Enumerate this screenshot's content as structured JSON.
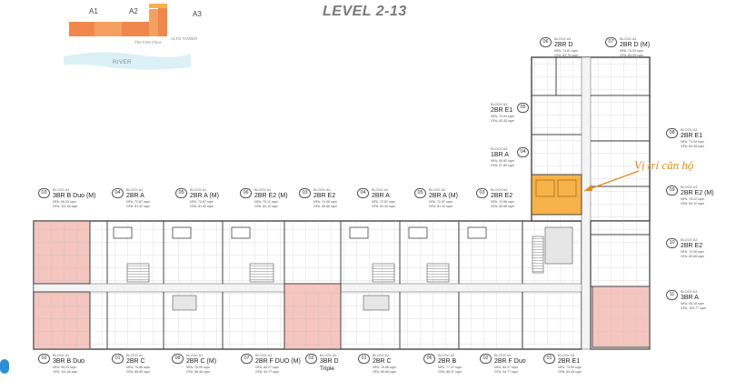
{
  "title": "LEVEL 2-13",
  "key_plan": {
    "blocks": [
      "A1",
      "A2",
      "A3"
    ],
    "river_label": "RIVER",
    "faint_labels": [
      "The First Floor",
      "ALTO TOWER"
    ]
  },
  "highlight_note": "Vị trí căn hộ",
  "colors": {
    "pink": "#f4c6bf",
    "orange": "#f7b24a",
    "key_orange": "#f0874c"
  },
  "units_top": [
    {
      "num": "03",
      "block": "BLOCK A1",
      "type": "3BR B Duo (M)",
      "nfa": "NFA: 99.23 sqm",
      "gfa": "GFA: 111.46 sqm"
    },
    {
      "num": "04",
      "block": "BLOCK A1",
      "type": "2BR A",
      "nfa": "NFA: 72.87 sqm",
      "gfa": "GFA: 81.42 sqm"
    },
    {
      "num": "05",
      "block": "BLOCK A1",
      "type": "2BR A (M)",
      "nfa": "NFA: 72.87 sqm",
      "gfa": "GFA: 81.42 sqm"
    },
    {
      "num": "06",
      "block": "BLOCK A1",
      "type": "2BR E2 (M)",
      "nfa": "NFA: 75.12 sqm",
      "gfa": "GFA: 84.12 sqm"
    },
    {
      "num": "03",
      "block": "BLOCK A2",
      "type": "2BR E2",
      "nfa": "NFA: 74.96 sqm",
      "gfa": "GFA: 83.68 sqm"
    },
    {
      "num": "04",
      "block": "BLOCK A2",
      "type": "2BR A",
      "nfa": "NFA: 72.87 sqm",
      "gfa": "GFA: 81.42 sqm"
    },
    {
      "num": "05",
      "block": "BLOCK A2",
      "type": "2BR A (M)",
      "nfa": "NFA: 72.87 sqm",
      "gfa": "GFA: 81.42 sqm"
    },
    {
      "num": "03",
      "block": "BLOCK A3",
      "type": "2BR E2",
      "nfa": "NFA: 74.96 sqm",
      "gfa": "GFA: 83.68 sqm"
    }
  ],
  "units_bottom": [
    {
      "num": "02",
      "block": "BLOCK A1",
      "type": "3BR B Duo",
      "nfa": "NFA: 99.23 sqm",
      "gfa": "GFA: 111.46 sqm"
    },
    {
      "num": "01",
      "block": "BLOCK A1",
      "type": "2BR C",
      "nfa": "NFA: 76.86 sqm",
      "gfa": "GFA: 85.50 sqm"
    },
    {
      "num": "08",
      "block": "BLOCK A1",
      "type": "2BR C (M)",
      "nfa": "NFA: 76.99 sqm",
      "gfa": "GFA: 86.46 sqm"
    },
    {
      "num": "07",
      "block": "BLOCK A1",
      "type": "2BR F DUO (M)",
      "nfa": "NFA: 84.27 sqm",
      "gfa": "GFA: 94.77 sqm"
    },
    {
      "num": "02",
      "block": "BLOCK A2",
      "type": "3BR D",
      "type2": "Triple",
      "nfa": "",
      "gfa": ""
    },
    {
      "num": "01",
      "block": "BLOCK A2",
      "type": "2BR C",
      "nfa": "NFA: 76.86 sqm",
      "gfa": "GFA: 85.50 sqm"
    },
    {
      "num": "06",
      "block": "BLOCK A2",
      "type": "2BR B",
      "nfa": "NFA: 77.37 sqm",
      "gfa": "GFA: 86.37 sqm"
    },
    {
      "num": "02",
      "block": "BLOCK A3",
      "type": "2BR F Duo",
      "nfa": "NFA: 84.27 sqm",
      "gfa": "GFA: 94.77 sqm"
    },
    {
      "num": "01",
      "block": "BLOCK A3",
      "type": "2BR E1",
      "nfa": "NFA: 73.94 sqm",
      "gfa": "GFA: 83.45 sqm"
    }
  ],
  "units_tower_top": [
    {
      "num": "06",
      "block": "BLOCK A3",
      "type": "2BR D",
      "nfa": "NFA: 74.81 sqm",
      "gfa": "GFA: 83.76 sqm"
    },
    {
      "num": "07",
      "block": "BLOCK A3",
      "type": "2BR D (M)",
      "nfa": "NFA: 74.93 sqm",
      "gfa": "GFA: 84.09 sqm"
    }
  ],
  "units_tower_left": [
    {
      "num": "05",
      "block": "BLOCK A3",
      "type": "2BR E1",
      "nfa": "NFA: 73.94 sqm",
      "gfa": "GFA: 83.45 sqm"
    },
    {
      "num": "04",
      "block": "BLOCK A3",
      "type": "1BR A",
      "nfa": "NFA: 59.80 sqm",
      "gfa": "GFA: 67.80 sqm"
    }
  ],
  "units_tower_right": [
    {
      "num": "08",
      "block": "BLOCK A3",
      "type": "2BR E1",
      "nfa": "NFA: 73.94 sqm",
      "gfa": "GFA: 83.45 sqm"
    },
    {
      "num": "09",
      "block": "BLOCK A3",
      "type": "2BR E2 (M)",
      "nfa": "NFA: 75.12 sqm",
      "gfa": "GFA: 84.12 sqm"
    },
    {
      "num": "10",
      "block": "BLOCK A3",
      "type": "2BR E2",
      "nfa": "NFA: 74.96 sqm",
      "gfa": "GFA: 83.68 sqm"
    },
    {
      "num": "11",
      "block": "BLOCK A3",
      "type": "3BR A",
      "nfa": "NFA: 93.18 sqm",
      "gfa": "GFA: 103.77 sqm"
    }
  ]
}
